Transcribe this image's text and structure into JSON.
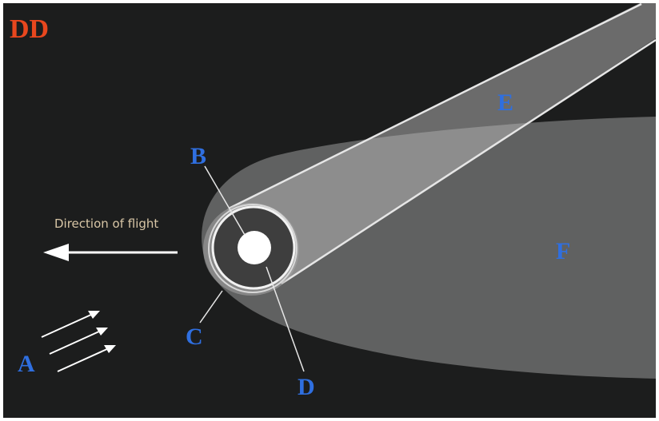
{
  "tag": "DD",
  "direction_label": "Direction of flight",
  "labels": {
    "a": "A",
    "b": "B",
    "c": "C",
    "d": "D",
    "e": "E",
    "f": "F"
  },
  "colors": {
    "background": "#1c1d1d",
    "label_blue": "#2f6fe0",
    "tag_red": "#e8471e",
    "flight_text": "#d8c6a6",
    "white": "#ffffff"
  },
  "icons": [
    "solar-wind-arrows",
    "direction-arrow-icon"
  ]
}
